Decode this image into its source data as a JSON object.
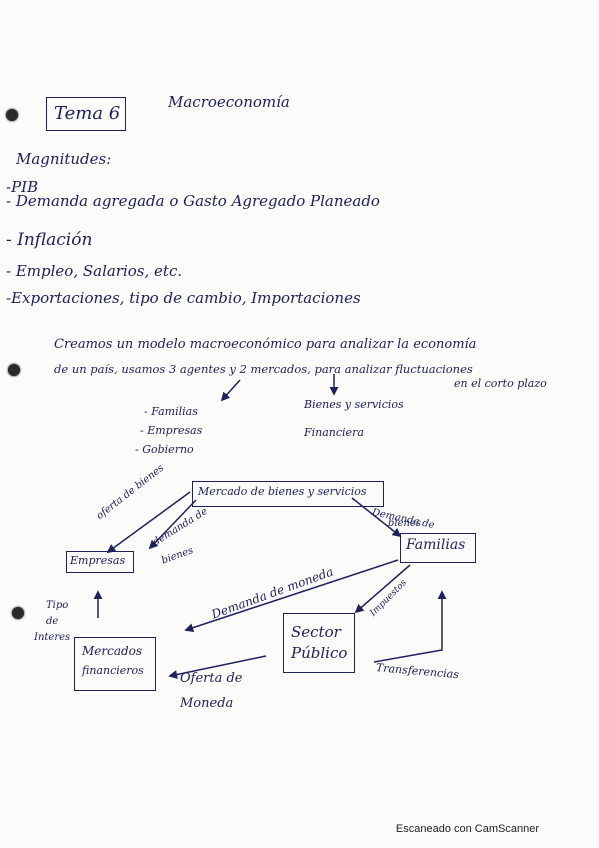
{
  "header": {
    "tema": "Tema 6",
    "subject": "Macroeconomía"
  },
  "magnitudes": {
    "heading": "Magnitudes:",
    "items": [
      "-PIB",
      "- Demanda agregada o Gasto Agregado Planeado",
      "- Inflación",
      "- Empleo, Salarios, etc.",
      "-Exportaciones, tipo de cambio, Importaciones"
    ]
  },
  "paragraph": {
    "line1": "Creamos un modelo macroeconómico para analizar la economía",
    "line2": "de un país, usamos 3 agentes y 2 mercados, para analizar fluctuaciones",
    "line3": "en el corto plazo"
  },
  "agents": [
    "- Familias",
    "- Empresas",
    "- Gobierno"
  ],
  "markets": [
    "Bienes y servicios",
    "Financiera"
  ],
  "diagram": {
    "mercado_bienes": "Mercado de bienes y servicios",
    "empresas": "Empresas",
    "familias": "Familias",
    "sector_publico_1": "Sector",
    "sector_publico_2": "Público",
    "mercados_fin_1": "Mercados",
    "mercados_fin_2": "financieros",
    "oferta_bienes": "oferta de bienes",
    "demanda_bienes_1": "demanda de",
    "demanda_bienes_2": "bienes",
    "demanda_bienes_r1": "Demanda de",
    "demanda_bienes_r2": "bienes",
    "demanda_moneda": "Demanda de moneda",
    "impuestos": "Impuestos",
    "tipo_interes_1": "Tipo",
    "tipo_interes_2": "de",
    "tipo_interes_3": "Interes",
    "oferta_moneda_1": "Oferta de",
    "oferta_moneda_2": "Moneda",
    "transferencias": "Transferencias"
  },
  "footer": "Escaneado con CamScanner",
  "colors": {
    "ink": "#1e2160",
    "paper": "#fbfbf9"
  }
}
